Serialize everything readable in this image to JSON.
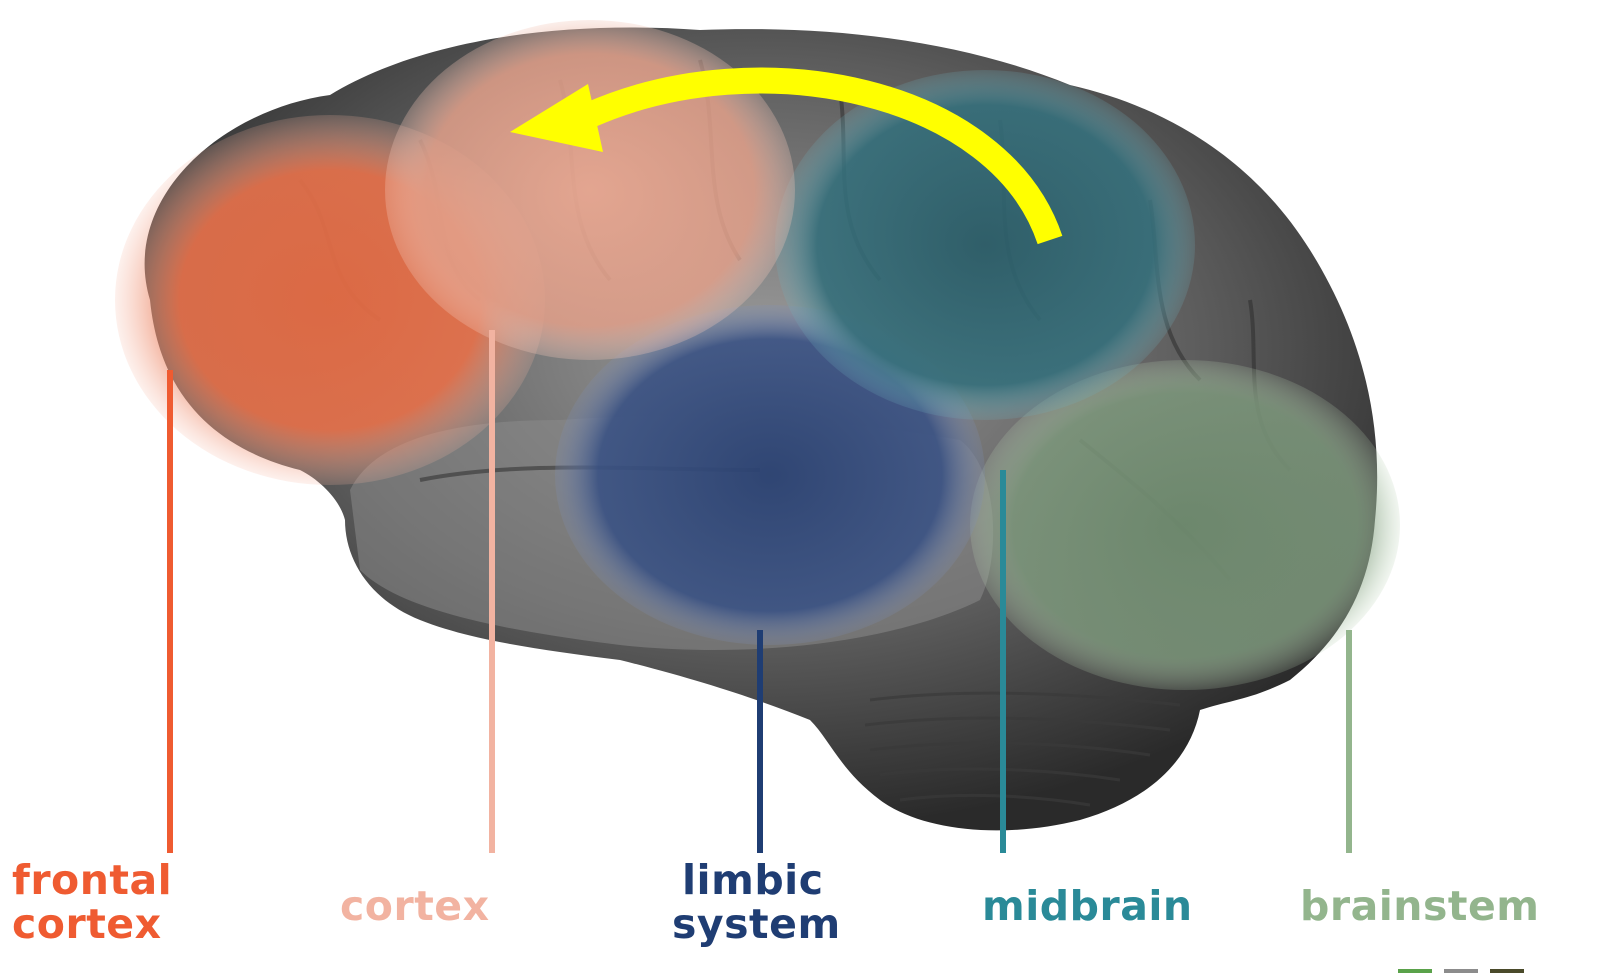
{
  "colors": {
    "frontal_cortex": "#ef5b31",
    "cortex": "#f2b3a1",
    "limbic_system": "#1f3d73",
    "midbrain": "#2a8a98",
    "brainstem": "#93b58d",
    "arrow": "#ffff00",
    "brain_gray": "#6e6e6e"
  },
  "labels": {
    "frontal_cortex": {
      "line1": "frontal",
      "line2": "cortex"
    },
    "cortex": {
      "line1": "cortex"
    },
    "limbic_system": {
      "line1": "limbic",
      "line2": "system"
    },
    "midbrain": {
      "line1": "midbrain"
    },
    "brainstem": {
      "line1": "brainstem"
    }
  },
  "arrow": {
    "direction": "from midbrain toward cortex"
  },
  "icons": [
    "brain-illustration",
    "curved-arrow-icon"
  ]
}
